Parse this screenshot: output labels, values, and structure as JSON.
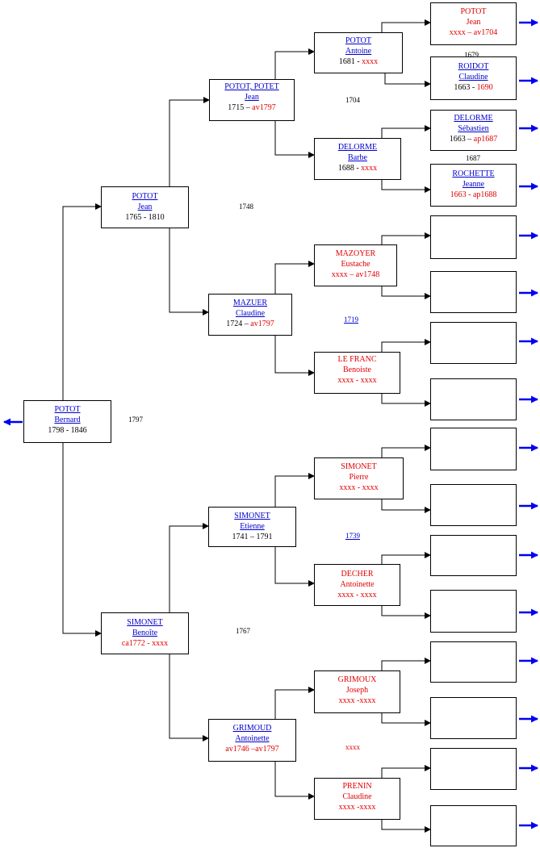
{
  "colors": {
    "link": "#0000cc",
    "unknown": "#e00000",
    "arrow": "#0000ee",
    "line": "#000000"
  },
  "root": {
    "name": "POTOT",
    "given": "Bernard",
    "dates": "1798 - 1846"
  },
  "father": {
    "name": "POTOT",
    "given": "Jean",
    "dates": "1765 - 1810"
  },
  "mother": {
    "name": "SIMONET",
    "given": "Benoîte",
    "dates": "ca1772 - xxxx"
  },
  "ff": {
    "name": "POTOT, POTET",
    "given": "Jean",
    "d1": "1715 – ",
    "d2": "av1797"
  },
  "fm": {
    "name": "MAZUER",
    "given": "Claudine",
    "d1": "1724 – ",
    "d2": "av1797"
  },
  "mf": {
    "name": "SIMONET",
    "given": "Etienne",
    "dates": "1741 – 1791"
  },
  "mm": {
    "name": "GRIMOUD",
    "given": "Antoinette",
    "dates": "av1746 –av1797"
  },
  "fff": {
    "name": "POTOT",
    "given": "Antoine",
    "d1": "1681 - ",
    "d2": "xxxx"
  },
  "ffm": {
    "name": "DELORME",
    "given": "Barbe",
    "d1": "1688 - ",
    "d2": "xxxx"
  },
  "fmf": {
    "name": "MAZOYER",
    "given": "Eustache",
    "dates": "xxxx – av1748"
  },
  "fmm": {
    "name": "LE FRANC",
    "given": "Benoiste",
    "dates": "xxxx - xxxx"
  },
  "mff": {
    "name": "SIMONET",
    "given": "Pierre",
    "dates": "xxxx - xxxx"
  },
  "mfm": {
    "name": "DECHER",
    "given": "Antoinette",
    "dates": "xxxx - xxxx"
  },
  "mmf": {
    "name": "GRIMOUX",
    "given": "Joseph",
    "dates": "xxxx -xxxx"
  },
  "mmm": {
    "name": "PRENIN",
    "given": "Claudine",
    "dates": "xxxx -xxxx"
  },
  "g4": [
    {
      "name": "POTOT",
      "given": "Jean",
      "dates": "xxxx – av1704"
    },
    {
      "name": "ROIDOT",
      "given": "Claudine",
      "d1": "1663 - ",
      "d2": "1690"
    },
    {
      "name": "DELORME",
      "given": "Sébastien",
      "d1": "1663 – ",
      "d2": "ap1687"
    },
    {
      "name": "ROCHETTE",
      "given": "Jeanne",
      "dates": "1663 - ap1688"
    }
  ],
  "marriages": {
    "root": "1797",
    "father": "1748",
    "mother": "1767",
    "ff": "1704",
    "fm": "1719",
    "mf": "1739",
    "mm": "xxxx",
    "fff": "1679",
    "ffm": "1687"
  }
}
